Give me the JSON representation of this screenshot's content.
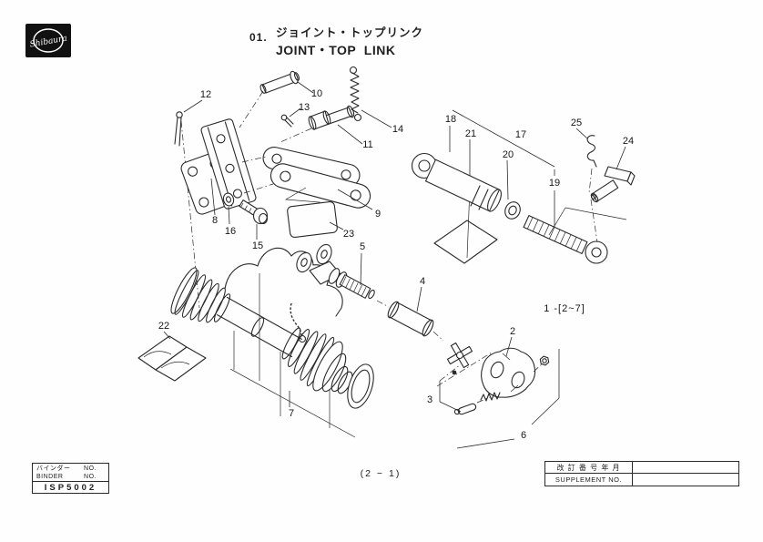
{
  "page": {
    "paper_color": "#fefefe",
    "ink_color": "#2a2a2a"
  },
  "logo": {
    "brand": "Shibaura"
  },
  "header": {
    "section_number": "01.",
    "title_ja": "ジョイント・トップリンク",
    "title_en": "JOINT・TOP  LINK"
  },
  "diagram": {
    "assembly_note": "1 -[2~7]",
    "part_labels": {
      "2": "2",
      "3": "3",
      "4": "4",
      "5": "5",
      "6": "6",
      "7": "7",
      "8": "8",
      "9": "9",
      "10": "10",
      "11": "11",
      "12": "12",
      "13": "13",
      "14": "14",
      "15": "15",
      "16": "16",
      "17": "17",
      "18": "18",
      "19": "19",
      "20": "20",
      "21": "21",
      "22": "22",
      "23": "23",
      "24": "24",
      "25": "25"
    }
  },
  "footer": {
    "binder_box": {
      "label_ja": "バインダー",
      "label_en": "BINDER",
      "no_label": "NO.",
      "code": "ISP5002"
    },
    "page_number": "(2 − 1)",
    "supplement_box": {
      "row1_label": "改 訂 番 号 年 月",
      "row2_label": "SUPPLEMENT NO.",
      "row1_value": "",
      "row2_value": ""
    }
  }
}
